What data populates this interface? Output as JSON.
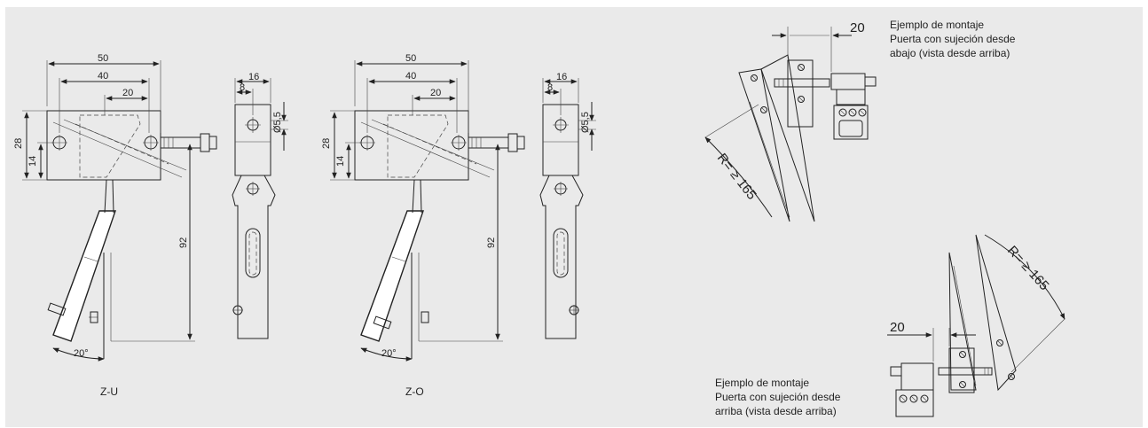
{
  "views": [
    {
      "label": "Z-U",
      "dims": {
        "d50": "50",
        "d40": "40",
        "d20": "20",
        "d28": "28",
        "d14": "14",
        "d92": "92",
        "angle": "20°",
        "d16": "16",
        "d8": "8",
        "dia": "Ø5,5"
      }
    },
    {
      "label": "Z-O",
      "dims": {
        "d50": "50",
        "d40": "40",
        "d20": "20",
        "d28": "28",
        "d14": "14",
        "d92": "92",
        "angle": "20°",
        "d16": "16",
        "d8": "8",
        "dia": "Ø5,5"
      }
    }
  ],
  "mounting_top": {
    "dim": "20",
    "radius": "R= ≥ 165",
    "caption": [
      "Ejemplo de montaje",
      "Puerta con sujeción desde",
      "abajo (vista desde arriba)"
    ]
  },
  "mounting_bottom": {
    "dim": "20",
    "radius": "R= ≥ 165",
    "caption": [
      "Ejemplo de montaje",
      "Puerta con sujeción desde",
      "arriba (vista desde arriba)"
    ]
  },
  "colors": {
    "background": "#eaeaea",
    "line": "#222222"
  }
}
